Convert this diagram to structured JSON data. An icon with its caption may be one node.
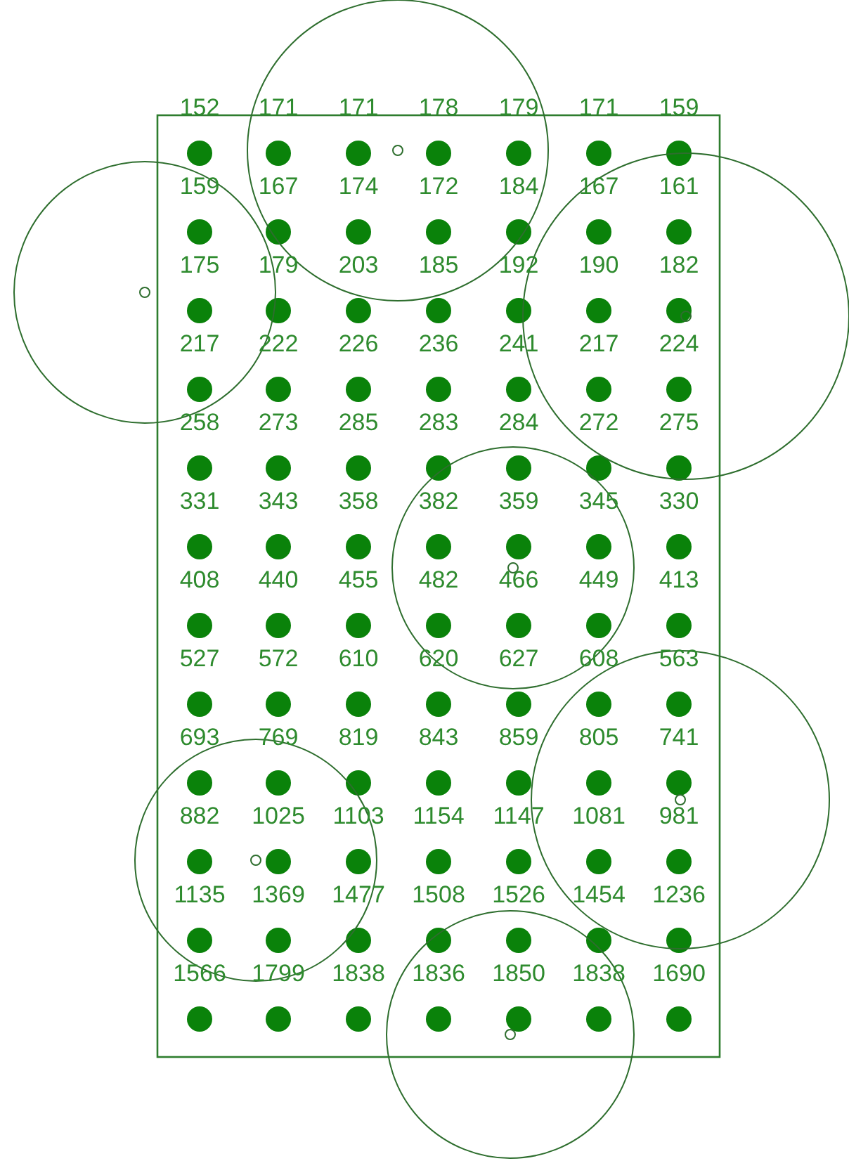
{
  "diagram": {
    "labels": [
      "152",
      "171",
      "171",
      "178",
      "179",
      "171",
      "159",
      "159",
      "167",
      "174",
      "172",
      "184",
      "167",
      "161",
      "175",
      "179",
      "203",
      "185",
      "192",
      "190",
      "182",
      "217",
      "222",
      "226",
      "236",
      "241",
      "217",
      "224",
      "258",
      "273",
      "285",
      "283",
      "284",
      "272",
      "275",
      "331",
      "343",
      "358",
      "382",
      "359",
      "345",
      "330",
      "408",
      "440",
      "455",
      "482",
      "466",
      "449",
      "413",
      "527",
      "572",
      "610",
      "620",
      "627",
      "608",
      "563",
      "693",
      "769",
      "819",
      "843",
      "859",
      "805",
      "741",
      "882",
      "1025",
      "1103",
      "1154",
      "1147",
      "1081",
      "981",
      "1135",
      "1369",
      "1477",
      "1508",
      "1526",
      "1454",
      "1236",
      "1566",
      "1799",
      "1838",
      "1836",
      "1850",
      "1838",
      "1690"
    ]
  }
}
